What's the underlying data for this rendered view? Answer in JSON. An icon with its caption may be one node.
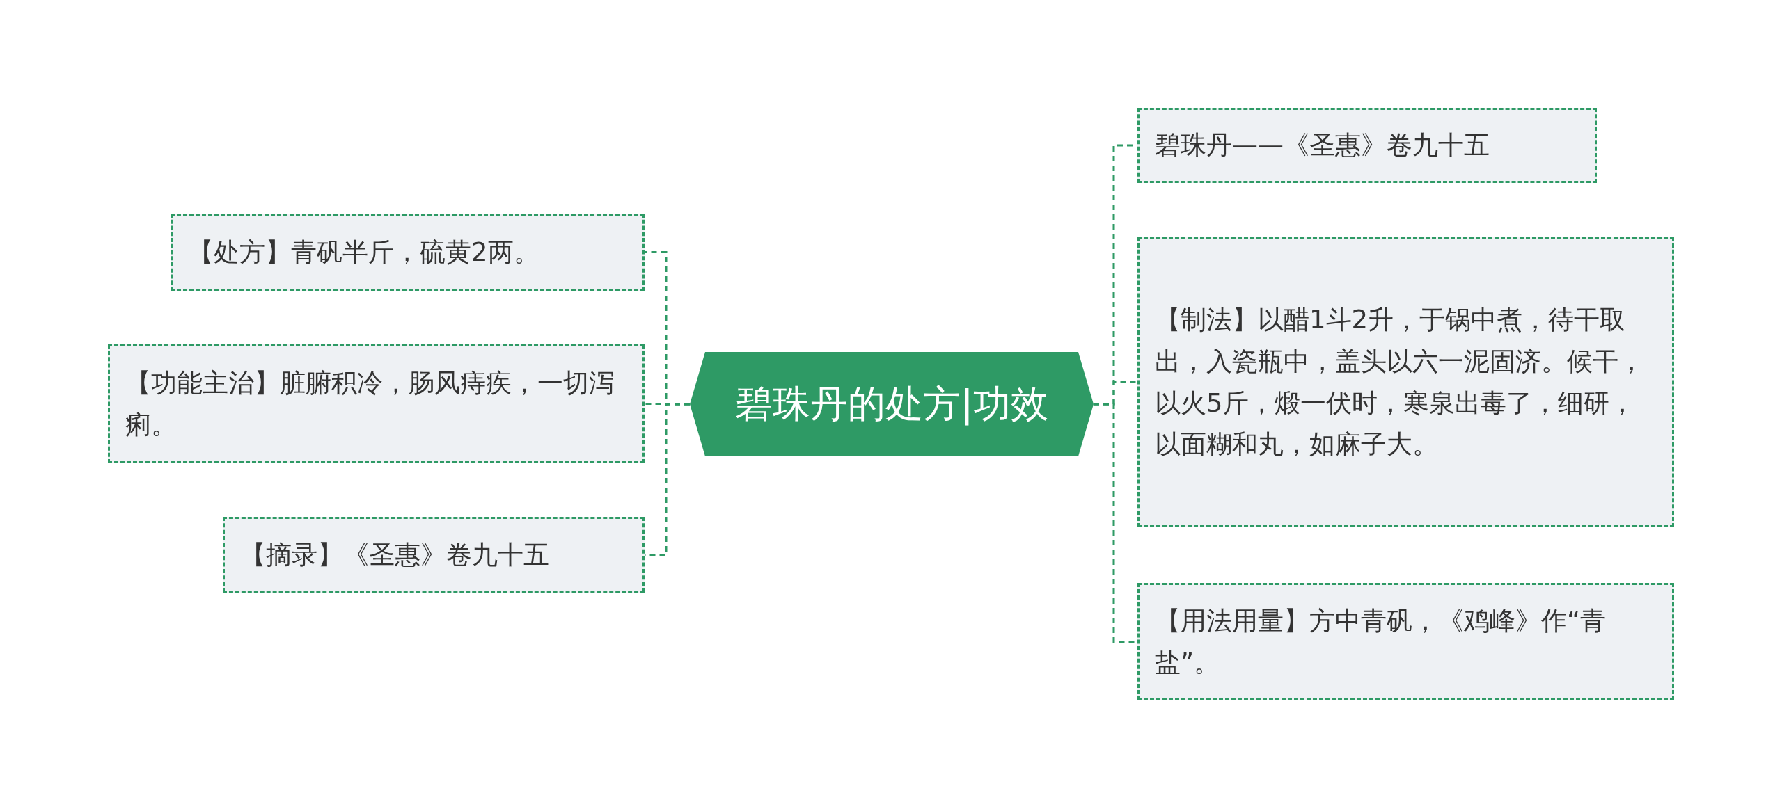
{
  "diagram": {
    "nodes": [
      {
        "text": [
          "碧珠丹的处方|功效"
        ]
      },
      {
        "text": [
          "【处方】青矾半斤，硫黄2两。"
        ]
      },
      {
        "text": [
          "【功能主治】脏腑积冷，肠风痔疾，一切泻痢。"
        ]
      },
      {
        "text": [
          "【摘录】《圣惠》卷九十五"
        ]
      },
      {
        "text": [
          "碧珠丹——《圣惠》卷九十五"
        ]
      },
      {
        "text": [
          "【制法】以醋1斗2升，于锅中煮，待干取出，入瓷瓶中，盖头以六一泥固济。候干，以火5斤，煅一伏时，寒泉出毒了，细研，以面糊和丸，如麻子大。"
        ]
      },
      {
        "text": [
          "【用法用量】方中青矾，《鸡峰》作“青盐”。"
        ]
      }
    ],
    "edges": [
      {
        "from": 0,
        "to": 1,
        "arrow": "none"
      },
      {
        "from": 0,
        "to": 2,
        "arrow": "none"
      },
      {
        "from": 0,
        "to": 3,
        "arrow": "none"
      },
      {
        "from": 0,
        "to": 4,
        "arrow": "none"
      },
      {
        "from": 0,
        "to": 5,
        "arrow": "none"
      },
      {
        "from": 0,
        "to": 6,
        "arrow": "none"
      }
    ]
  }
}
